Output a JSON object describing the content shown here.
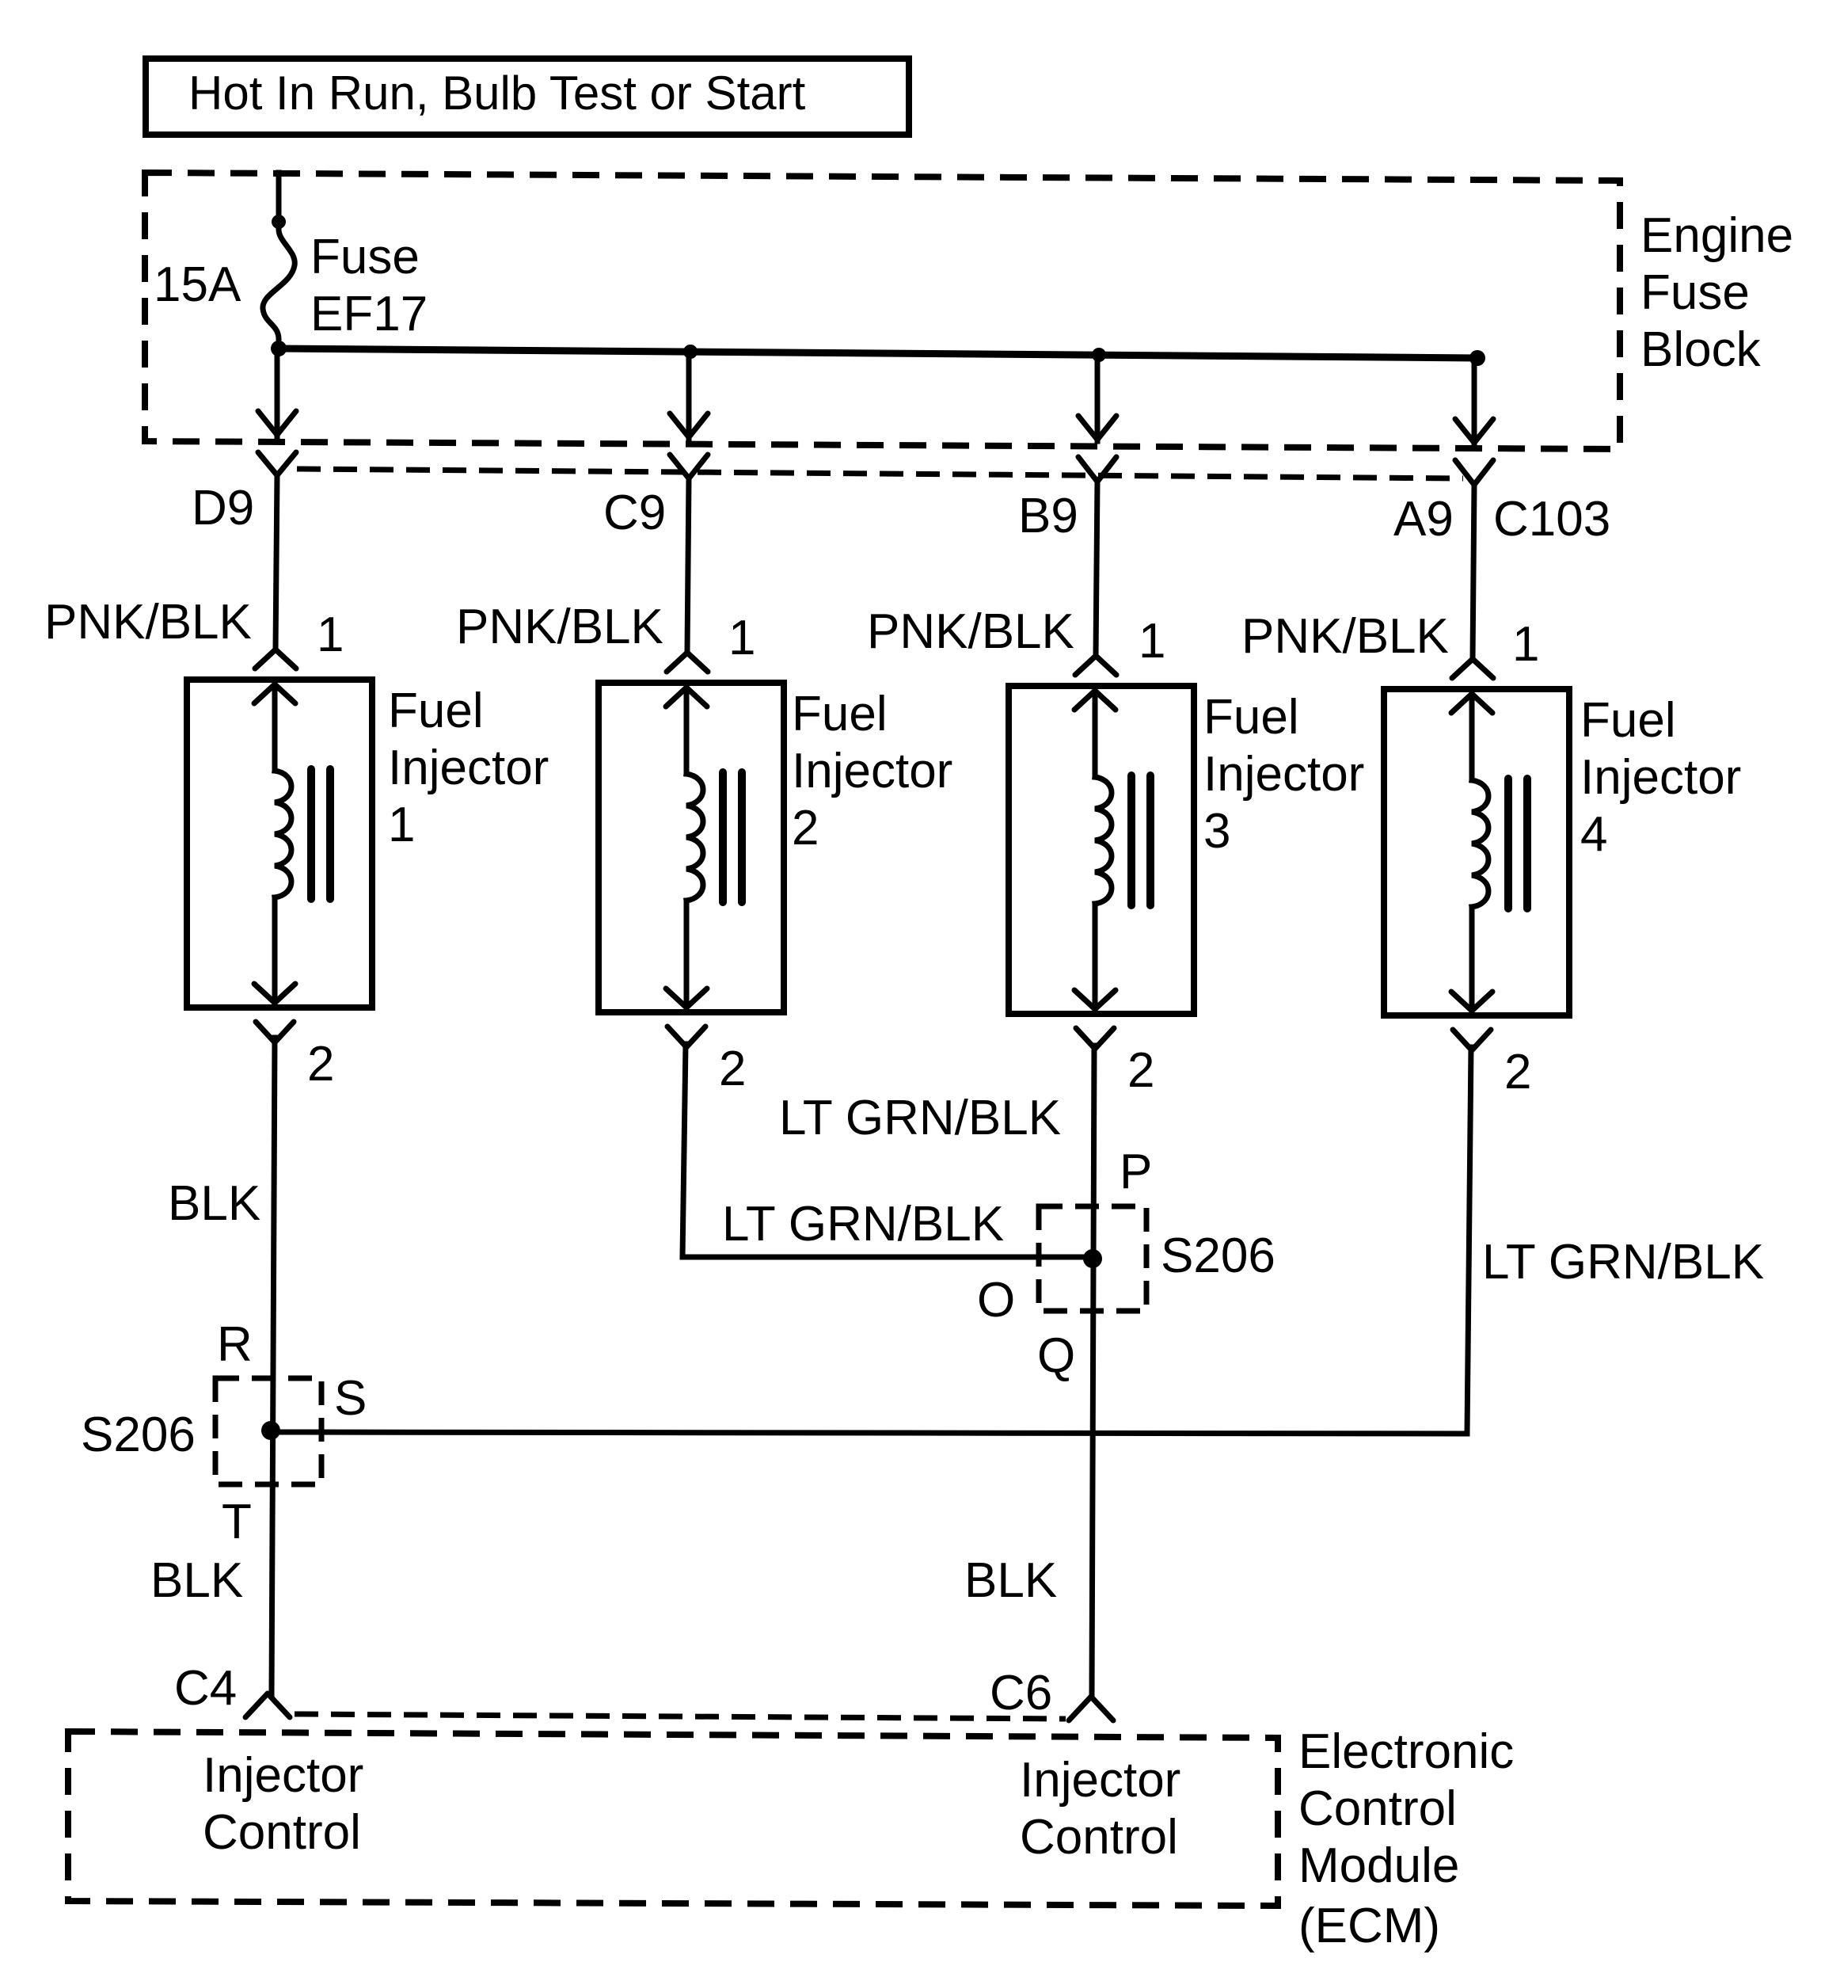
{
  "header": {
    "title": "Hot In Run, Bulb Test or Start"
  },
  "fuse_block": {
    "label_lines": [
      "Engine",
      "Fuse",
      "Block"
    ],
    "fuse_rating": "15A",
    "fuse_name_lines": [
      "Fuse",
      "EF17"
    ]
  },
  "connector_c103": {
    "name": "C103",
    "pins": [
      "D9",
      "C9",
      "B9",
      "A9"
    ]
  },
  "injectors": [
    {
      "wire_in": "PNK/BLK",
      "pin_in": "1",
      "label_lines": [
        "Fuel",
        "Injector",
        "1"
      ],
      "pin_out": "2"
    },
    {
      "wire_in": "PNK/BLK",
      "pin_in": "1",
      "label_lines": [
        "Fuel",
        "Injector",
        "2"
      ],
      "pin_out": "2"
    },
    {
      "wire_in": "PNK/BLK",
      "pin_in": "1",
      "label_lines": [
        "Fuel",
        "Injector",
        "3"
      ],
      "pin_out": "2"
    },
    {
      "wire_in": "PNK/BLK",
      "pin_in": "1",
      "label_lines": [
        "Fuel",
        "Injector",
        "4"
      ],
      "pin_out": "2"
    }
  ],
  "wires": {
    "inj1_out": "BLK",
    "inj3_out": "LT GRN/BLK",
    "inj2_out": "LT GRN/BLK",
    "inj4_out": "LT GRN/BLK",
    "left_to_ecm": "BLK",
    "mid_to_ecm": "BLK"
  },
  "splices": {
    "middle": {
      "name": "S206",
      "pins": {
        "top": "P",
        "left": "O",
        "bottom": "Q"
      }
    },
    "left": {
      "name": "S206",
      "pins": {
        "top": "R",
        "right": "S",
        "bottom": "T"
      }
    }
  },
  "ecm": {
    "label_lines": [
      "Electronic",
      "Control",
      "Module",
      "(ECM)"
    ],
    "pins": [
      "C4",
      "C6"
    ],
    "functions": [
      {
        "lines": [
          "Injector",
          "Control"
        ]
      },
      {
        "lines": [
          "Injector",
          "Control"
        ]
      }
    ]
  }
}
